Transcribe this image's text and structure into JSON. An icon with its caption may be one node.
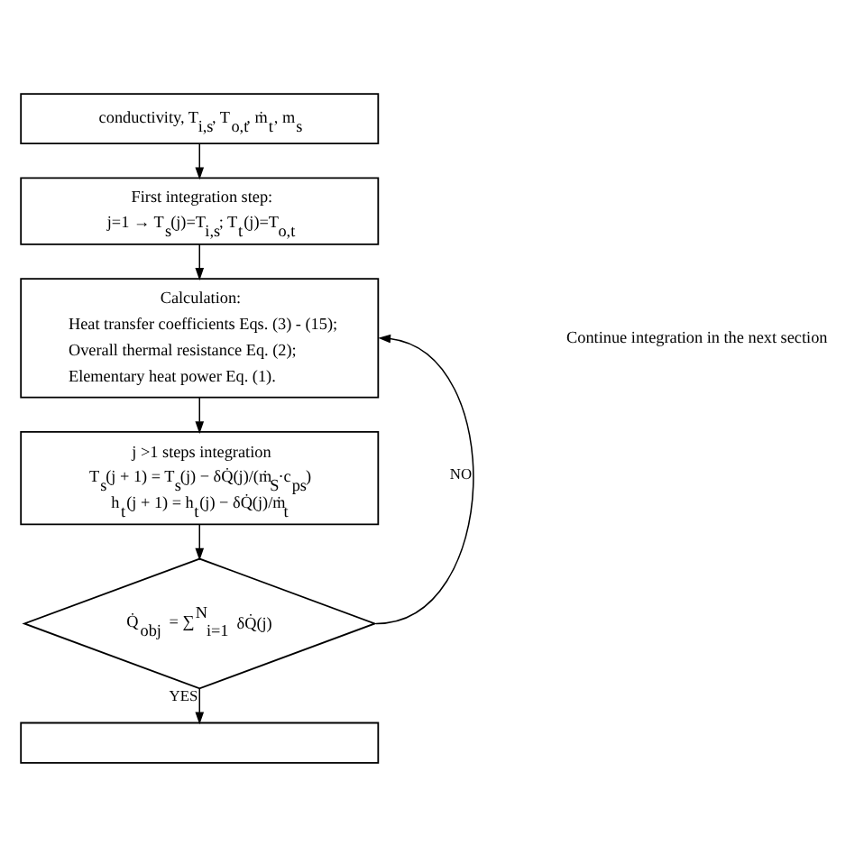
{
  "diagram": {
    "nodes": [
      {
        "text": [
          "conductivity, T$_{i,s}$, T$_{o,t}$, ṁ$_{t}$, m$_{s}$"
        ]
      },
      {
        "text": [
          "First integration step:",
          "j=1 → T$_{s}$(j)=T$_{i,s}$; T$_{t}$(j)=T$_{o,t}$"
        ]
      },
      {
        "text": [
          "Calculation:",
          "Heat transfer coefficients Eqs. (3) - (15);",
          "Overall thermal resistance Eq. (2);",
          "Elementary heat power Eq. (1)."
        ]
      },
      {
        "text": [
          "j >1 steps integration",
          "T$_{s}$(j + 1) = T$_{s}$(j) − δQ̇(j)/(ṁ$_{S}$·c$_{ps}$)",
          "h$_{t}$(j + 1) = h$_{t}$(j) − δQ̇(j)/ṁ$_{t}$"
        ]
      },
      {
        "text": [
          "Q̇$_{obj}$ = ∑$^{N}$$_{i=1}$ δQ̇(j)"
        ]
      },
      {
        "text": [],
        "shape": "box"
      }
    ],
    "edges": [
      {
        "from": 0,
        "to": 1,
        "arrow": "to"
      },
      {
        "from": 1,
        "to": 2,
        "arrow": "to"
      },
      {
        "from": 2,
        "to": 3,
        "arrow": "to"
      },
      {
        "from": 3,
        "to": 4,
        "arrow": "to"
      },
      {
        "from": 4,
        "to": 5,
        "arrow": "to",
        "label": "YES"
      },
      {
        "from": 4,
        "to": 2,
        "arrow": "to",
        "label": "NO"
      }
    ],
    "labels": [
      "Continue integration in the next section"
    ]
  }
}
